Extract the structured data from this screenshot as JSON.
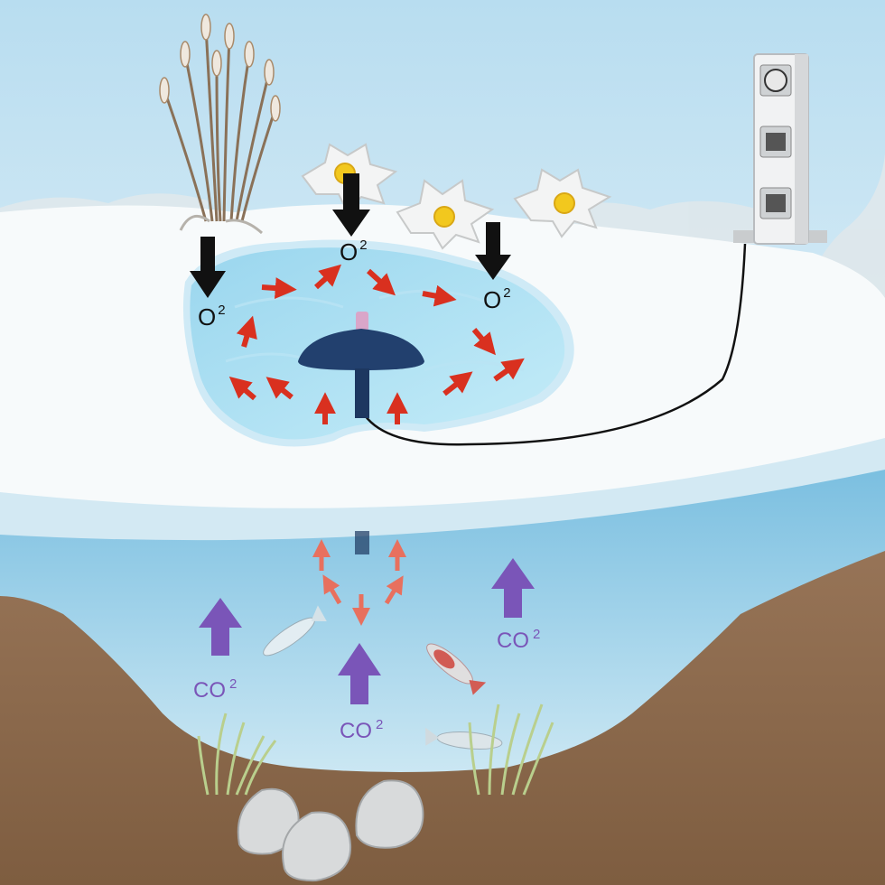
{
  "diagram": {
    "o2_labels": [
      {
        "text": "O",
        "sup": "2"
      },
      {
        "text": "O",
        "sup": "2"
      },
      {
        "text": "O",
        "sup": "2"
      }
    ],
    "co2_labels": [
      {
        "text": "CO",
        "sup": "2"
      },
      {
        "text": "CO",
        "sup": "2"
      },
      {
        "text": "CO",
        "sup": "2"
      }
    ],
    "icons": {
      "reeds": "reed-plant-icon",
      "flowers": "flower-icon",
      "pump_post": "power-post-icon",
      "aerator": "aerator-icon",
      "fish": "fish-icon",
      "stones": "stone-icon",
      "water_plants": "water-plant-icon"
    },
    "colors": {
      "ice": "#f7fafb",
      "water_surface": "#a9dcef",
      "water_deep": "#8fc7e3",
      "earth": "#8d6a4c",
      "oxygen_arrow": "#111111",
      "flow_arrow": "#d9301f",
      "co2_arrow": "#7a55b8",
      "aerator": "#22406e"
    }
  }
}
